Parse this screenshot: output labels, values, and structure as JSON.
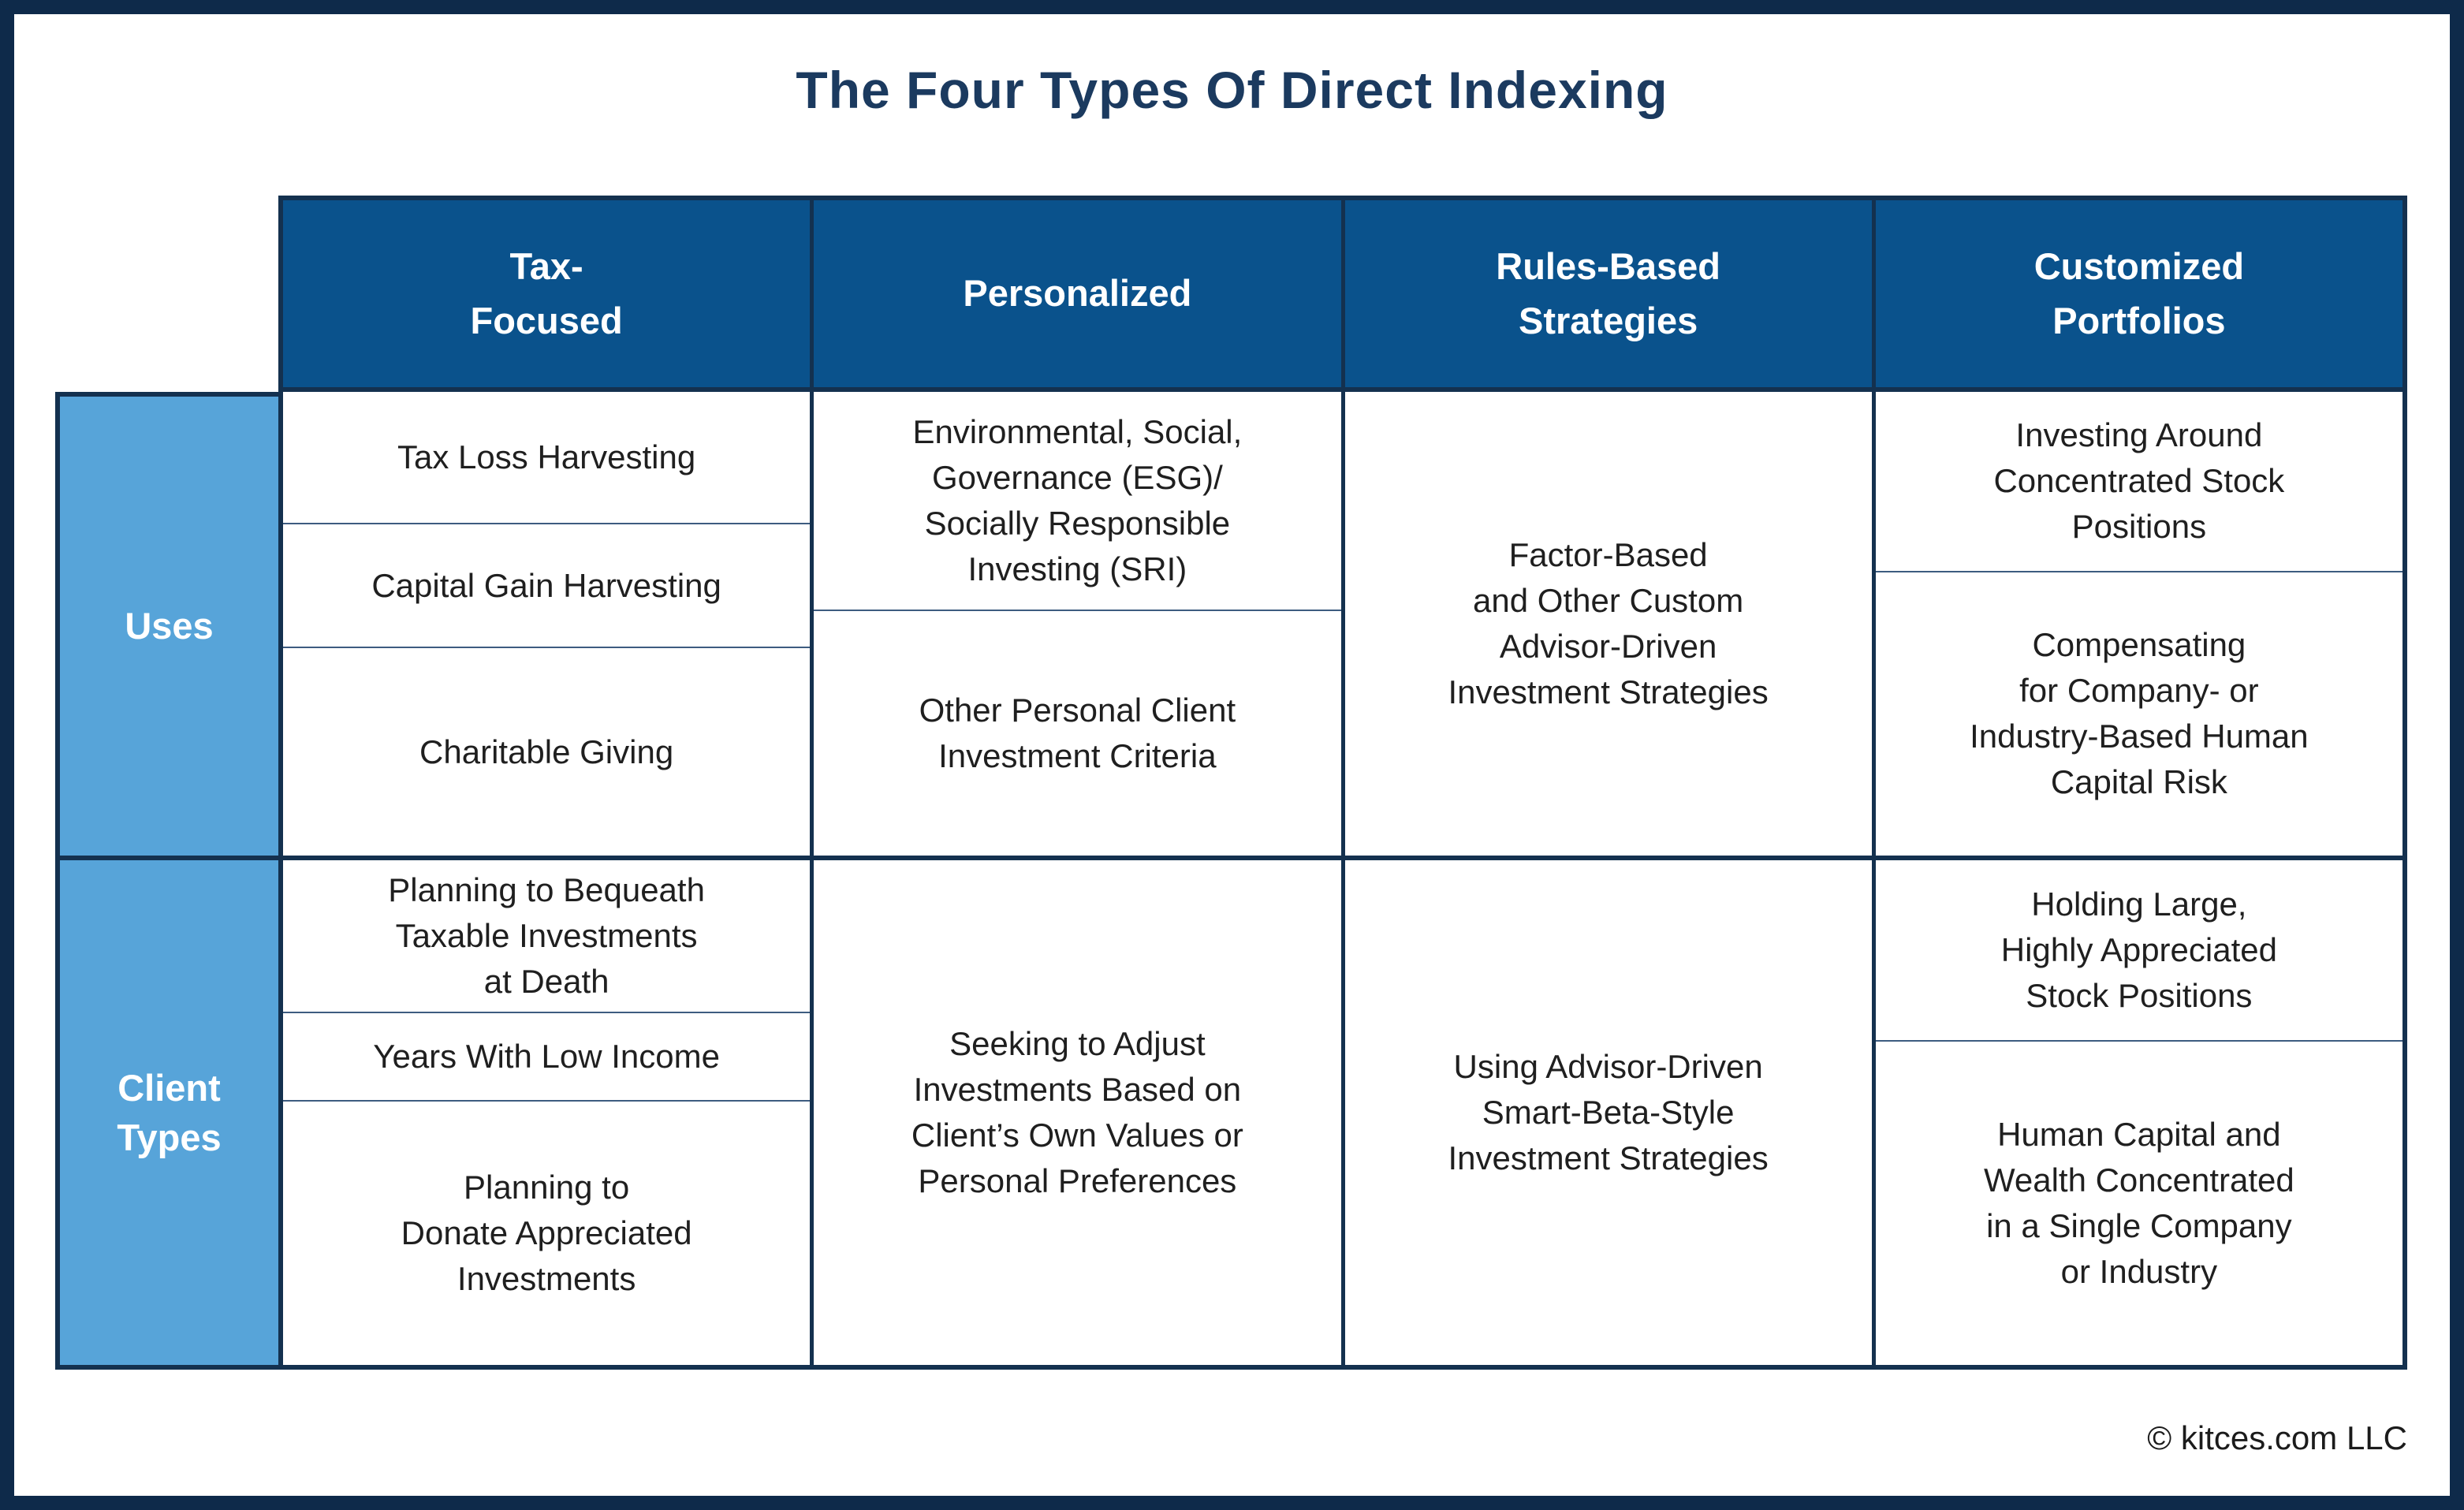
{
  "title": "The Four Types Of Direct Indexing",
  "footer": {
    "copyright": "© kitces.com LLC"
  },
  "colors": {
    "frame_navy": "#0e2a4a",
    "border_navy": "#14314f",
    "thin_divider": "#3d5c80",
    "header_bg": "#0a528c",
    "label_bg": "#57a4d9",
    "title_text": "#1b3a5f",
    "cell_text": "#1f1f1f"
  },
  "table": {
    "columns": [
      {
        "label": "Tax-\nFocused"
      },
      {
        "label": "Personalized"
      },
      {
        "label": "Rules-Based\nStrategies"
      },
      {
        "label": "Customized\nPortfolios"
      }
    ],
    "row_groups": [
      {
        "label": "Uses",
        "columns": [
          {
            "cells": [
              "Tax Loss Harvesting",
              "Capital Gain Harvesting",
              "Charitable Giving"
            ]
          },
          {
            "cells": [
              "Environmental, Social,\nGovernance (ESG)/\nSocially Responsible\nInvesting (SRI)",
              "Other Personal Client\nInvestment Criteria"
            ]
          },
          {
            "cells": [
              "Factor-Based\nand Other Custom\nAdvisor-Driven\nInvestment Strategies"
            ]
          },
          {
            "cells": [
              "Investing Around\nConcentrated Stock\nPositions",
              "Compensating\nfor Company- or\nIndustry-Based Human\nCapital Risk"
            ]
          }
        ]
      },
      {
        "label": "Client\nTypes",
        "columns": [
          {
            "cells": [
              "Planning to Bequeath\nTaxable Investments\nat Death",
              "Years With Low Income",
              "Planning to\nDonate Appreciated\nInvestments"
            ]
          },
          {
            "cells": [
              "Seeking to Adjust\nInvestments Based on\nClient’s Own Values or\nPersonal Preferences"
            ]
          },
          {
            "cells": [
              "Using Advisor-Driven\nSmart-Beta-Style\nInvestment Strategies"
            ]
          },
          {
            "cells": [
              "Holding Large,\nHighly Appreciated\nStock Positions",
              "Human Capital and\nWealth Concentrated\nin a Single Company\nor Industry"
            ]
          }
        ]
      }
    ]
  }
}
